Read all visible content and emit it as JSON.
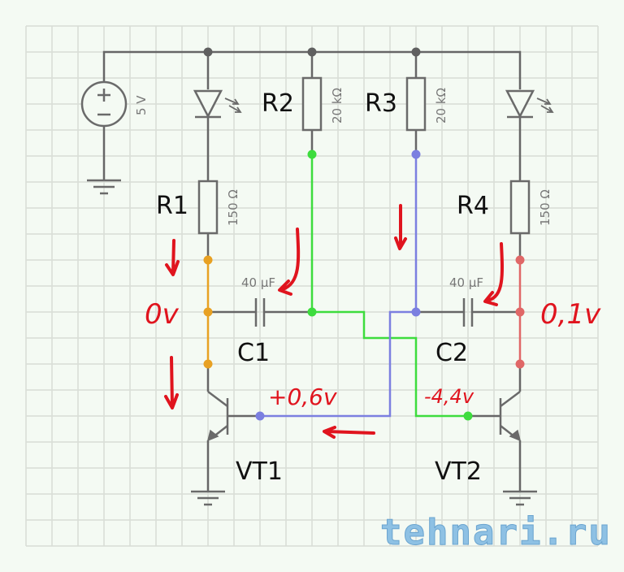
{
  "colors": {
    "wire": "#666666",
    "node_dark": "#606060",
    "orange": "#e8a123",
    "green": "#3ddc3d",
    "blue": "#7b7fe0",
    "red_net": "#e06767",
    "annotation_red": "#e0141e",
    "grid": "#d8ddd6",
    "background": "#f4faf3"
  },
  "components": {
    "battery": {
      "name": "battery",
      "value": "5 V",
      "plus": "+",
      "minus": "−"
    },
    "r1": {
      "name": "R1",
      "value": "150 Ω"
    },
    "r2": {
      "name": "R2",
      "value": "20 kΩ"
    },
    "r3": {
      "name": "R3",
      "value": "20 kΩ"
    },
    "r4": {
      "name": "R4",
      "value": "150 Ω"
    },
    "c1": {
      "name": "C1",
      "value": "40 μF"
    },
    "c2": {
      "name": "C2",
      "value": "40 μF"
    },
    "vt1": {
      "name": "VT1"
    },
    "vt2": {
      "name": "VT2"
    },
    "led1": {
      "name": "LED1"
    },
    "led2": {
      "name": "LED2"
    }
  },
  "annotations": {
    "left_voltage": "0v",
    "right_voltage": "0,1v",
    "vt1_base_voltage": "+0,6v",
    "vt2_base_voltage": "-4,4v"
  },
  "watermark": "tehnari.ru"
}
